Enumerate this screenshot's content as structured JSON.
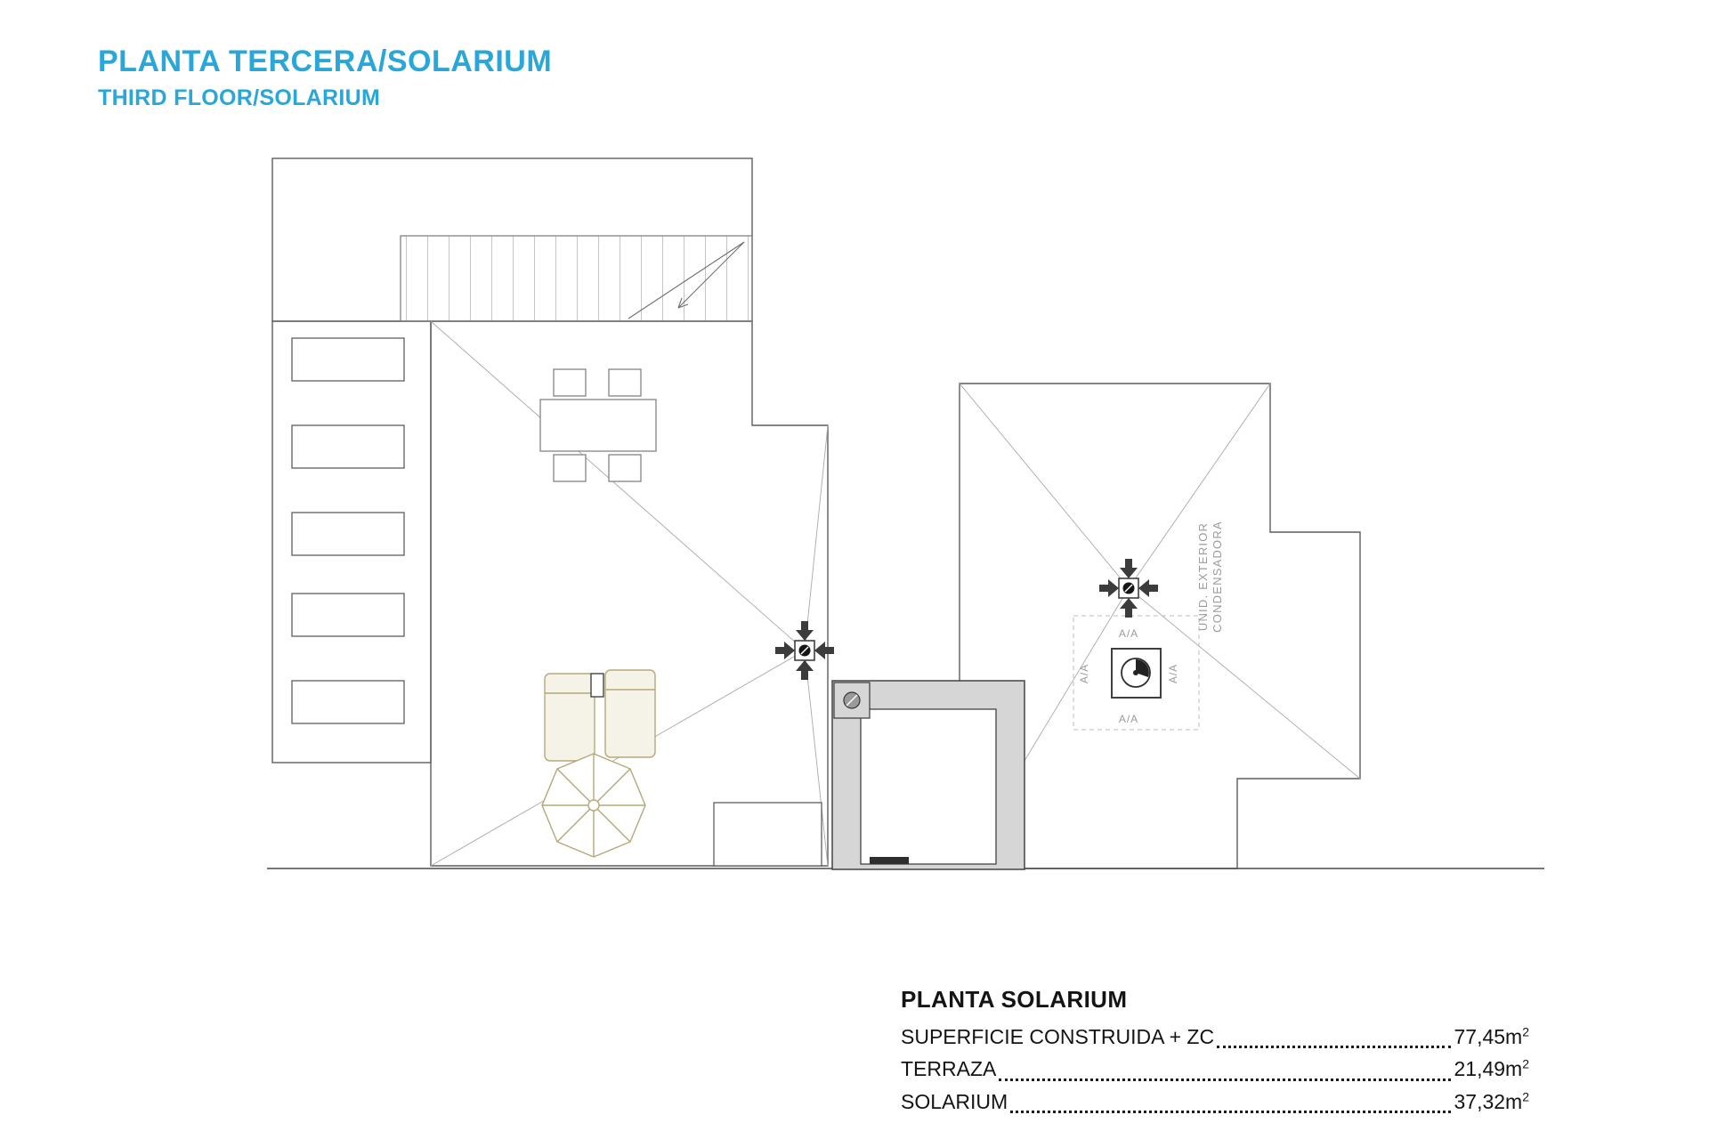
{
  "page": {
    "title": "PLANTA TERCERA/SOLARIUM",
    "subtitle": "THIRD FLOOR/SOLARIUM",
    "accent_color": "#29a7d8"
  },
  "plan": {
    "labels": {
      "ac_line1": "UNID. EXTERIOR",
      "ac_line2": "CONDENSADORA",
      "aa": "A/A"
    }
  },
  "legend": {
    "title": "PLANTA SOLARIUM",
    "rows": [
      {
        "label": "SUPERFICIE CONSTRUIDA + ZC",
        "value": "77,45m",
        "sup": "2"
      },
      {
        "label": "TERRAZA",
        "value": "21,49m",
        "sup": "2"
      },
      {
        "label": "SOLARIUM",
        "value": "37,32m",
        "sup": "2"
      }
    ]
  }
}
